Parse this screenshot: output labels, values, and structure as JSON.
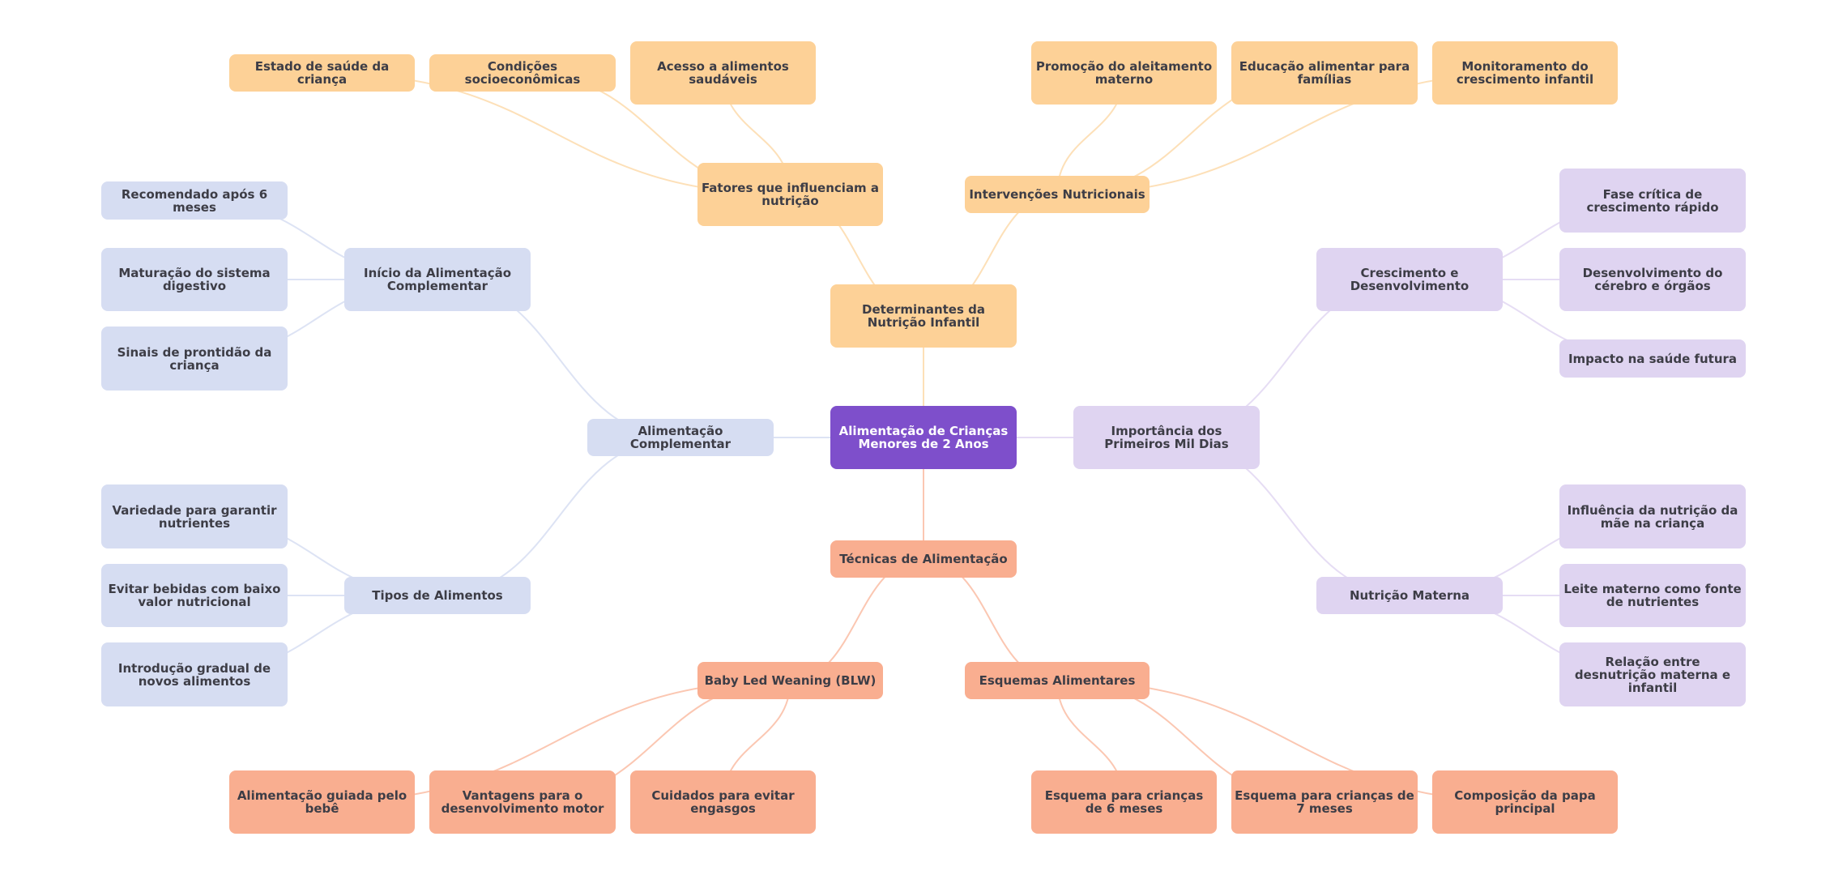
{
  "mindmap": {
    "root": "Alimentação de Crianças Menores de 2 Anos",
    "colors": {
      "root": "#7e4fcb",
      "determinantes": "#fdd197",
      "complementar": "#d6ddf2",
      "mil_dias": "#dfd4f1",
      "tecnicas": "#f9ae90"
    },
    "branches": {
      "determinantes": {
        "label": "Determinantes da Nutrição Infantil",
        "fatores": {
          "label": "Fatores que influenciam a nutrição",
          "children": [
            "Estado de saúde da criança",
            "Condições socioeconômicas",
            "Acesso a alimentos saudáveis"
          ]
        },
        "intervencoes": {
          "label": "Intervenções Nutricionais",
          "children": [
            "Promoção do aleitamento materno",
            "Educação alimentar para famílias",
            "Monitoramento do crescimento infantil"
          ]
        }
      },
      "complementar": {
        "label": "Alimentação Complementar",
        "inicio": {
          "label": "Início da Alimentação Complementar",
          "children": [
            "Recomendado após 6 meses",
            "Maturação do sistema digestivo",
            "Sinais de prontidão da criança"
          ]
        },
        "tipos": {
          "label": "Tipos de Alimentos",
          "children": [
            "Variedade para garantir nutrientes",
            "Evitar bebidas com baixo valor nutricional",
            "Introdução gradual de novos alimentos"
          ]
        }
      },
      "mil_dias": {
        "label": "Importância dos Primeiros Mil Dias",
        "crescimento": {
          "label": "Crescimento e Desenvolvimento",
          "children": [
            "Fase crítica de crescimento rápido",
            "Desenvolvimento do cérebro e órgãos",
            "Impacto na saúde futura"
          ]
        },
        "materna": {
          "label": "Nutrição Materna",
          "children": [
            "Influência da nutrição da mãe na criança",
            "Leite materno como fonte de nutrientes",
            "Relação entre desnutrição materna e infantil"
          ]
        }
      },
      "tecnicas": {
        "label": "Técnicas de Alimentação",
        "blw": {
          "label": "Baby Led Weaning (BLW)",
          "children": [
            "Alimentação guiada pelo bebê",
            "Vantagens para o desenvolvimento motor",
            "Cuidados para evitar engasgos"
          ]
        },
        "esquemas": {
          "label": "Esquemas Alimentares",
          "children": [
            "Esquema para crianças de 6 meses",
            "Esquema para crianças de 7 meses",
            "Composição da papa principal"
          ]
        }
      }
    }
  }
}
